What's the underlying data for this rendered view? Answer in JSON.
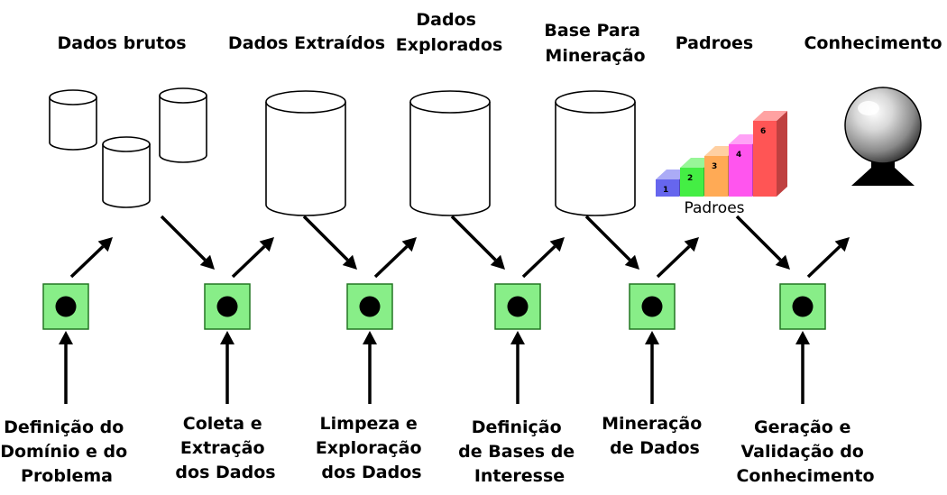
{
  "stages": [
    {
      "lines": [
        "Dados brutos"
      ]
    },
    {
      "lines": [
        "Dados Extraídos"
      ]
    },
    {
      "lines": [
        "Dados",
        "Explorados"
      ]
    },
    {
      "lines": [
        "Base Para",
        "Mineração"
      ]
    },
    {
      "lines": [
        "Padroes"
      ]
    },
    {
      "lines": [
        "Conhecimento"
      ]
    }
  ],
  "steps": [
    {
      "lines": [
        "Definição do",
        "Domínio e do",
        "Problema"
      ]
    },
    {
      "lines": [
        "Coleta e",
        "Extração",
        "dos Dados"
      ]
    },
    {
      "lines": [
        "Limpeza e",
        "Exploração",
        "dos Dados"
      ]
    },
    {
      "lines": [
        "Definição",
        "de Bases de",
        "Interesse"
      ]
    },
    {
      "lines": [
        "Mineração",
        "de Dados"
      ]
    },
    {
      "lines": [
        "Geração e",
        "Validação do",
        "Conhecimento"
      ]
    }
  ],
  "padroes_chart": {
    "caption": "Padroes",
    "bars": [
      {
        "label": "1",
        "value": 1,
        "color": "#6666ee"
      },
      {
        "label": "2",
        "value": 2,
        "color": "#44ee44"
      },
      {
        "label": "3",
        "value": 3,
        "color": "#ffaa55"
      },
      {
        "label": "4",
        "value": 4,
        "color": "#ff55ee"
      },
      {
        "label": "6",
        "value": 6,
        "color": "#ff5555"
      }
    ]
  },
  "colors": {
    "process_box_fill": "#88ee88",
    "process_box_border": "#227722",
    "process_dot": "#000000",
    "arrow": "#000000",
    "cylinder_fill": "#ffffff"
  },
  "icons": {
    "knowledge": "crystal-ball-icon",
    "process": "process-box-icon",
    "data_store": "cylinder-icon"
  }
}
